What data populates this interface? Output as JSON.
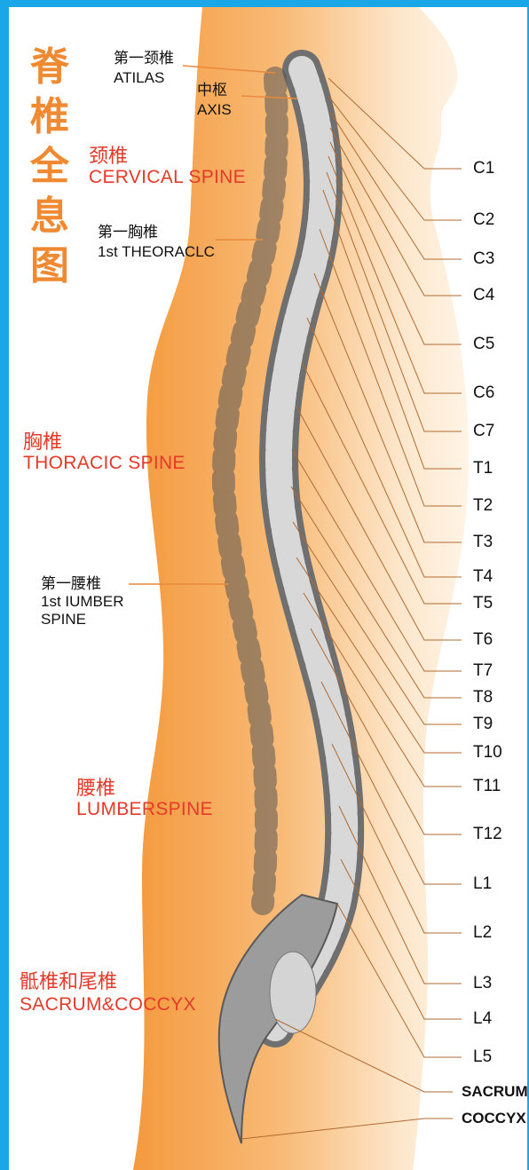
{
  "title_vertical": [
    "脊",
    "椎",
    "全",
    "息",
    "图"
  ],
  "top_labels": {
    "atlas_cn": "第一颈椎",
    "atlas_en": "ATILAS",
    "axis_cn": "中枢",
    "axis_en": "AXIS",
    "thoracic1_cn": "第一胸椎",
    "thoracic1_en": "1st THEORACLC",
    "lumbar1_cn": "第一腰椎",
    "lumbar1_en_line1": "1st IUMBER",
    "lumbar1_en_line2": "SPINE"
  },
  "regions": {
    "cervical_cn": "颈椎",
    "cervical_en": "CERVICAL SPINE",
    "thoracic_cn": "胸椎",
    "thoracic_en": "THORACIC SPINE",
    "lumbar_cn": "腰椎",
    "lumbar_en": "LUMBERSPINE",
    "sacrum_cn": "骶椎和尾椎",
    "sacrum_en": "SACRUM&COCCYX"
  },
  "vertebra_labels": [
    "C1",
    "C2",
    "C3",
    "C4",
    "C5",
    "C6",
    "C7",
    "T1",
    "T2",
    "T3",
    "T4",
    "T5",
    "T6",
    "T7",
    "T8",
    "T9",
    "T10",
    "T11",
    "T12",
    "L1",
    "L2",
    "L3",
    "L4",
    "L5"
  ],
  "bottom_labels": {
    "sacrum": "SACRUM",
    "coccyx": "COCCYX"
  },
  "colors": {
    "frame": "#19a7e8",
    "body_orange": "#f6a04a",
    "body_light": "#fde3c0",
    "title_orange": "#f08a32",
    "region_red": "#e43a2a",
    "bone": "#cfcfcf"
  }
}
